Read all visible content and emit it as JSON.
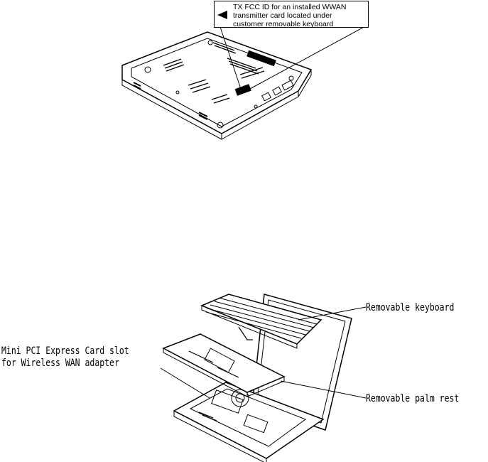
{
  "top_figure": {
    "callout": {
      "lines": [
        "TX FCC ID for an installed WWAN",
        "transmitter card located under",
        "customer removable keyboard"
      ]
    }
  },
  "bottom_figure": {
    "labels": {
      "keyboard": "Removable keyboard",
      "mini_pci_line1": "Mini PCI Express Card slot",
      "mini_pci_line2": "for Wireless WAN adapter",
      "palm_rest": "Removable palm rest"
    }
  }
}
